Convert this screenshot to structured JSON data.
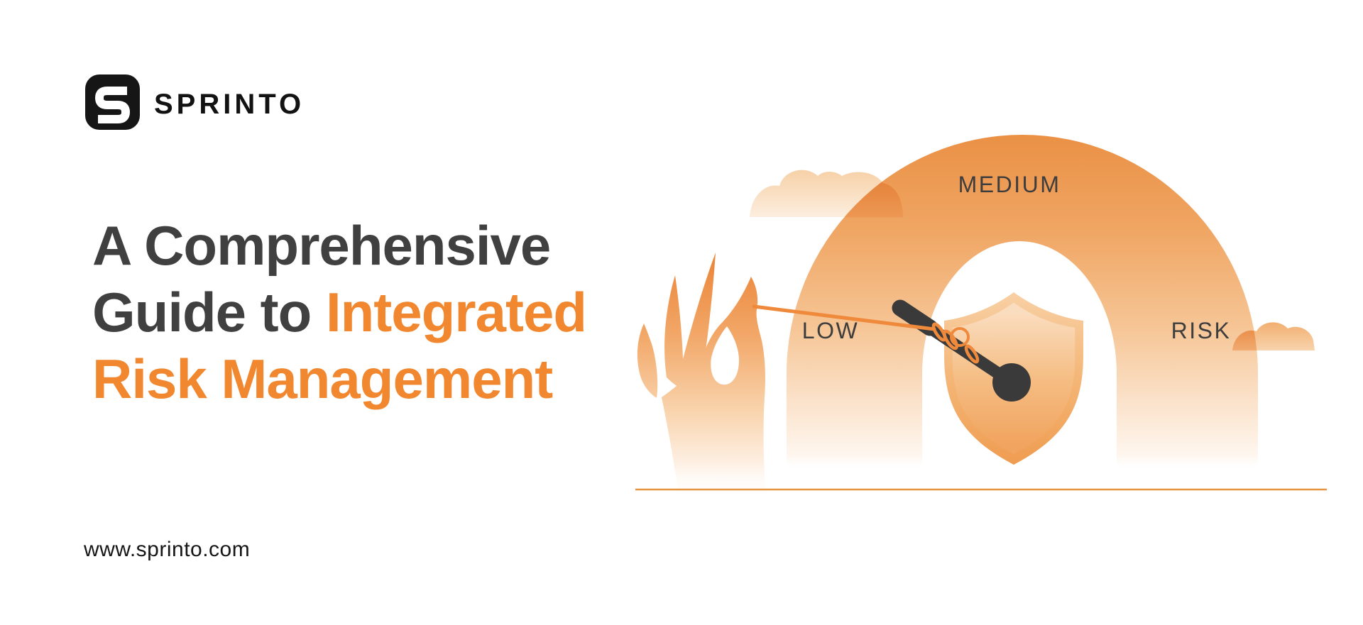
{
  "brand": {
    "logo_mark": "S",
    "logo_text": "SPRINTO"
  },
  "title": {
    "line1": "A Comprehensive",
    "line2_prefix": "Guide to ",
    "line2_highlight": "Integrated",
    "line3_highlight": "Risk Management"
  },
  "gauge": {
    "labels": {
      "low": "LOW",
      "medium": "MEDIUM",
      "risk": "RISK"
    }
  },
  "footer": {
    "website": "www.sprinto.com"
  },
  "colors": {
    "accent_orange": "#F1882F",
    "title_dark": "#404041",
    "label_gray": "#3D3D3E",
    "logo_black": "#161616",
    "needle_dark": "#3A3A3A",
    "rope_orange": "#EF8A3C",
    "arch_orange_top": "#EA9045",
    "baseline_orange": "#E6953F"
  }
}
